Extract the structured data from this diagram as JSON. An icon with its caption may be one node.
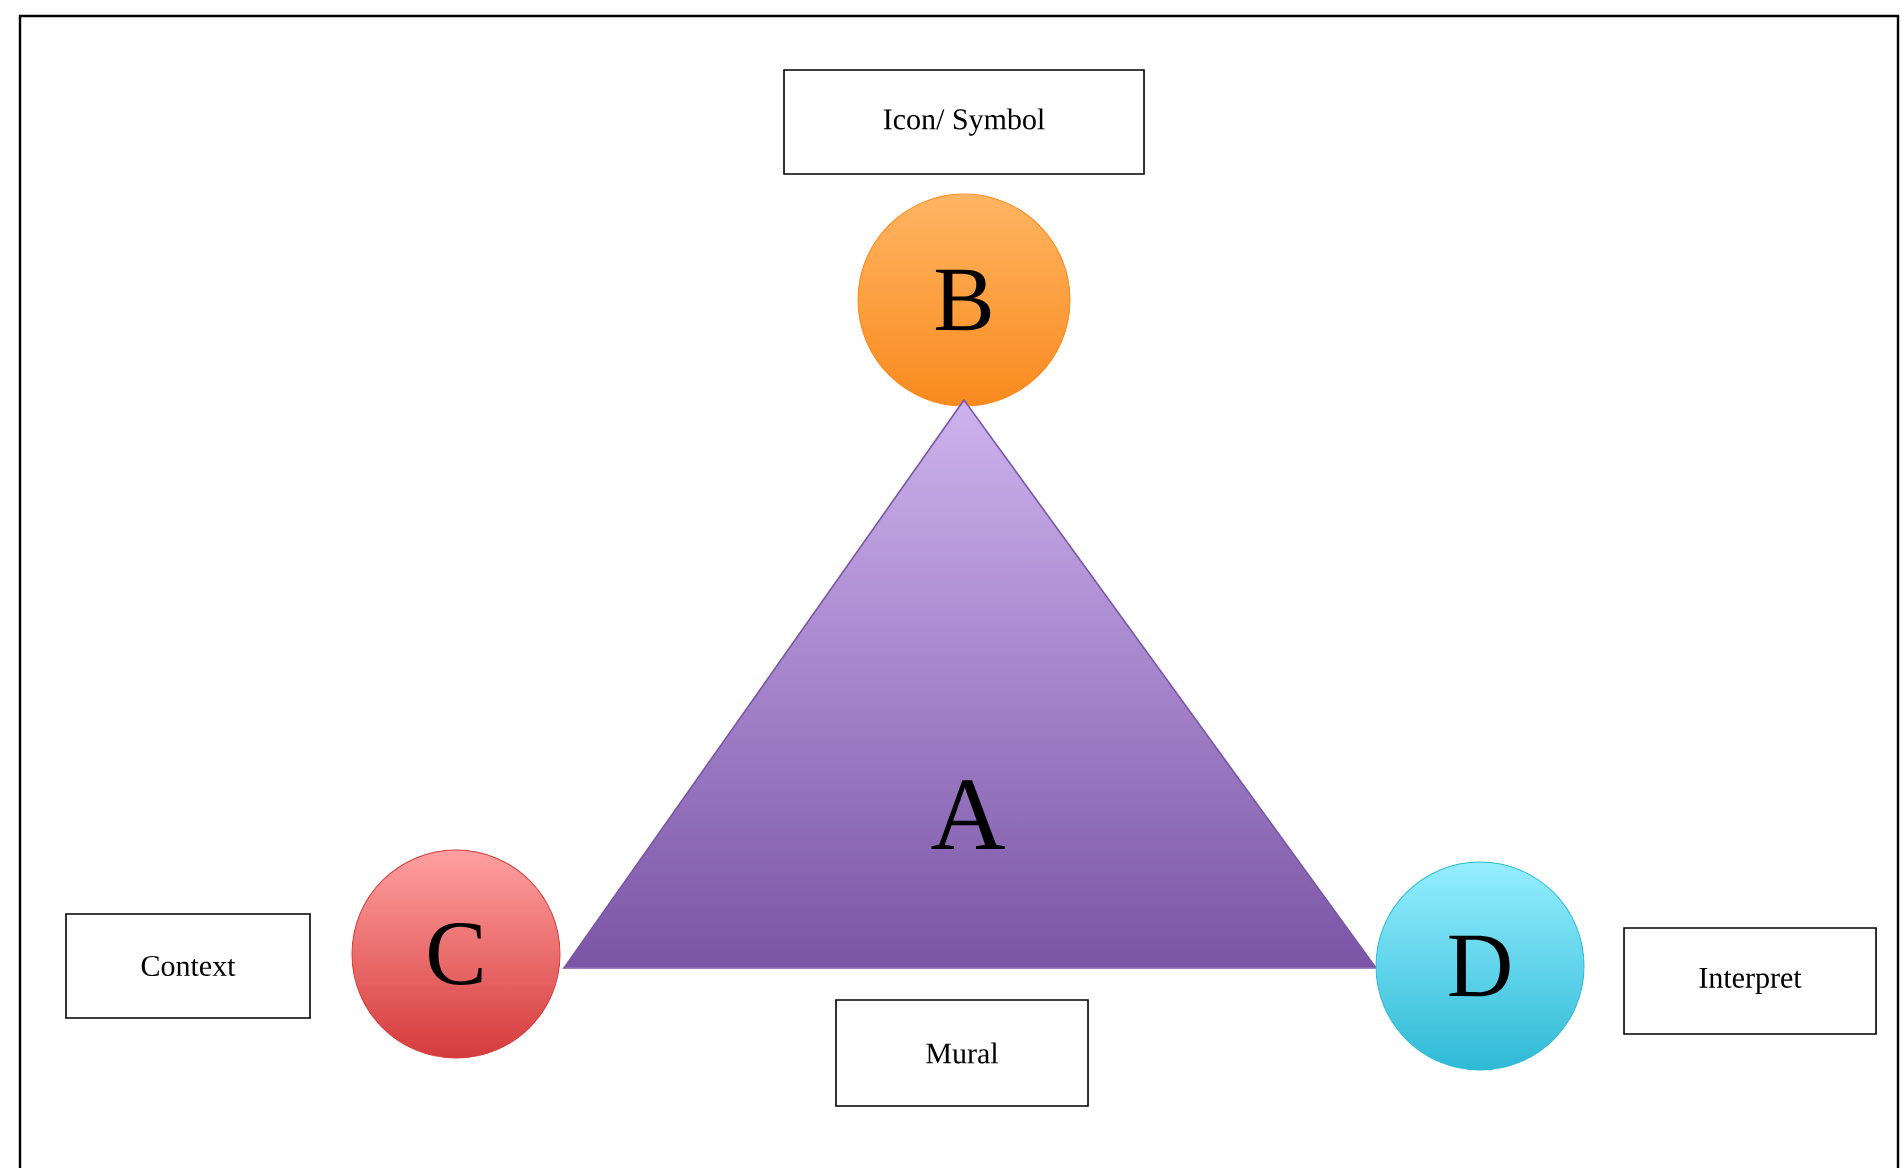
{
  "diagram": {
    "nodes": [
      {
        "text": [
          "Icon/ Symbol"
        ]
      },
      {
        "text": [
          "B"
        ]
      },
      {
        "text": [
          "A"
        ]
      },
      {
        "text": [
          "Context"
        ]
      },
      {
        "text": [
          "C"
        ]
      },
      {
        "text": [
          "D"
        ]
      },
      {
        "text": [
          "Interpret"
        ]
      },
      {
        "text": [
          "Mural"
        ]
      }
    ]
  }
}
